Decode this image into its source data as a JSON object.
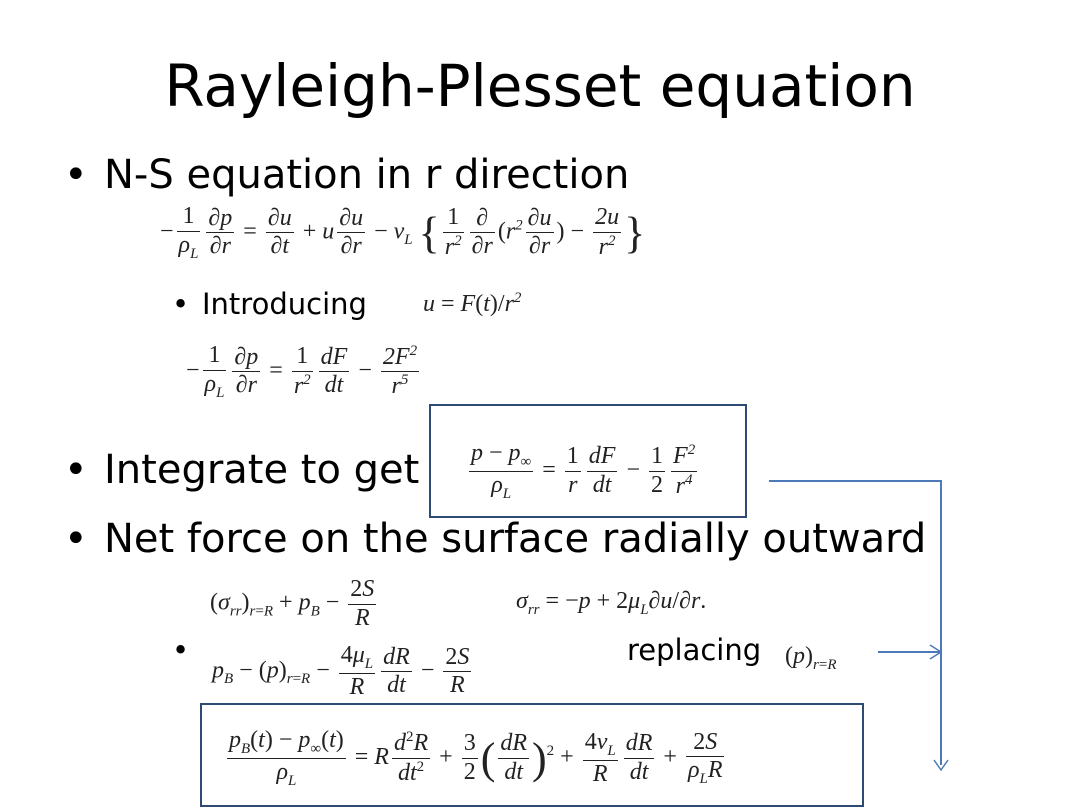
{
  "slide": {
    "title": "Rayleigh-Plesset equation",
    "bullets": [
      "N-S equation in r direction",
      "Integrate to get",
      "Net force on the surface radially outward"
    ],
    "sub_bullets": {
      "introducing": "Introducing",
      "replacing": "replacing"
    },
    "bullet_glyph": "•"
  },
  "colors": {
    "box_border": "#2f4a73",
    "arrow": "#4e79b8"
  }
}
